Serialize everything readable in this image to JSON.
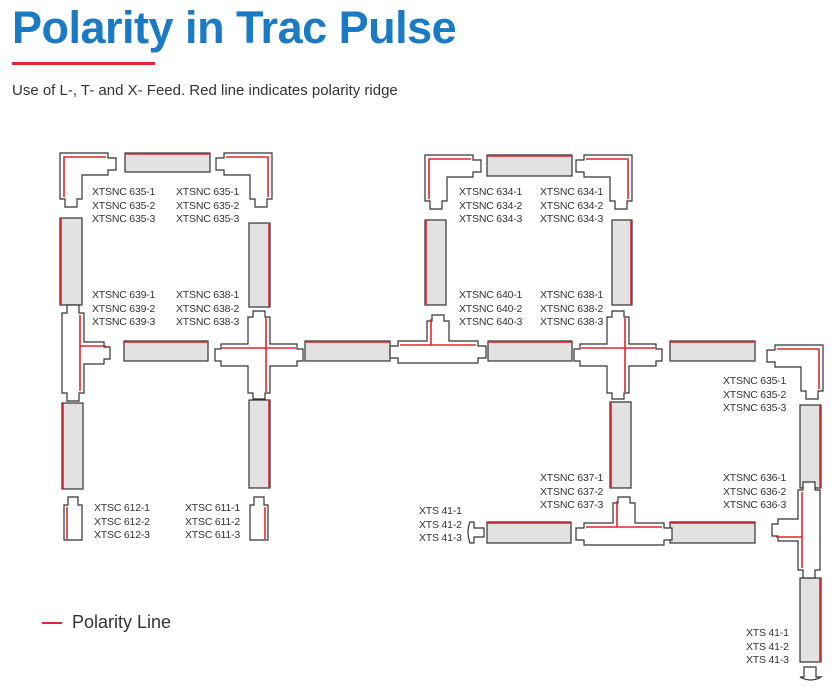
{
  "header": {
    "title": "Polarity in Trac Pulse",
    "subtitle": "Use of L-, T- and X- Feed. Red line indicates polarity ridge"
  },
  "colors": {
    "title": "#1a7bc4",
    "polarity": "#e3262f",
    "rail_fill": "#e2e2e2",
    "outline": "#333333"
  },
  "labels": [
    {
      "part": "l-feed",
      "lines": [
        "XTSNC 635-1",
        "XTSNC 635-2",
        "XTSNC 635-3"
      ]
    },
    {
      "part": "l-feed",
      "lines": [
        "XTSNC 635-1",
        "XTSNC 635-2",
        "XTSNC 635-3"
      ]
    },
    {
      "part": "t-feed",
      "lines": [
        "XTSNC 639-1",
        "XTSNC 639-2",
        "XTSNC 639-3"
      ]
    },
    {
      "part": "x-feed",
      "lines": [
        "XTSNC 638-1",
        "XTSNC 638-2",
        "XTSNC 638-3"
      ]
    },
    {
      "part": "end-cap",
      "lines": [
        "XTSC 612-1",
        "XTSC 612-2",
        "XTSC 612-3"
      ]
    },
    {
      "part": "end-cap",
      "lines": [
        "XTSC 611-1",
        "XTSC 611-2",
        "XTSC 611-3"
      ]
    },
    {
      "part": "l-feed",
      "lines": [
        "XTSNC 634-1",
        "XTSNC 634-2",
        "XTSNC 634-3"
      ]
    },
    {
      "part": "l-feed",
      "lines": [
        "XTSNC 634-1",
        "XTSNC 634-2",
        "XTSNC 634-3"
      ]
    },
    {
      "part": "t-feed",
      "lines": [
        "XTSNC 640-1",
        "XTSNC 640-2",
        "XTSNC 640-3"
      ]
    },
    {
      "part": "x-feed",
      "lines": [
        "XTSNC 638-1",
        "XTSNC 638-2",
        "XTSNC 638-3"
      ]
    },
    {
      "part": "l-feed",
      "lines": [
        "XTSNC 635-1",
        "XTSNC 635-2",
        "XTSNC 635-3"
      ]
    },
    {
      "part": "t-feed",
      "lines": [
        "XTSNC 637-1",
        "XTSNC 637-2",
        "XTSNC 637-3"
      ]
    },
    {
      "part": "t-feed",
      "lines": [
        "XTSNC 636-1",
        "XTSNC 636-2",
        "XTSNC 636-3"
      ]
    },
    {
      "part": "end-cap",
      "lines": [
        "XTS 41-1",
        "XTS 41-2",
        "XTS 41-3"
      ]
    },
    {
      "part": "end-cap",
      "lines": [
        "XTS 41-1",
        "XTS 41-2",
        "XTS 41-3"
      ]
    }
  ],
  "legend": {
    "label": "Polarity Line"
  }
}
